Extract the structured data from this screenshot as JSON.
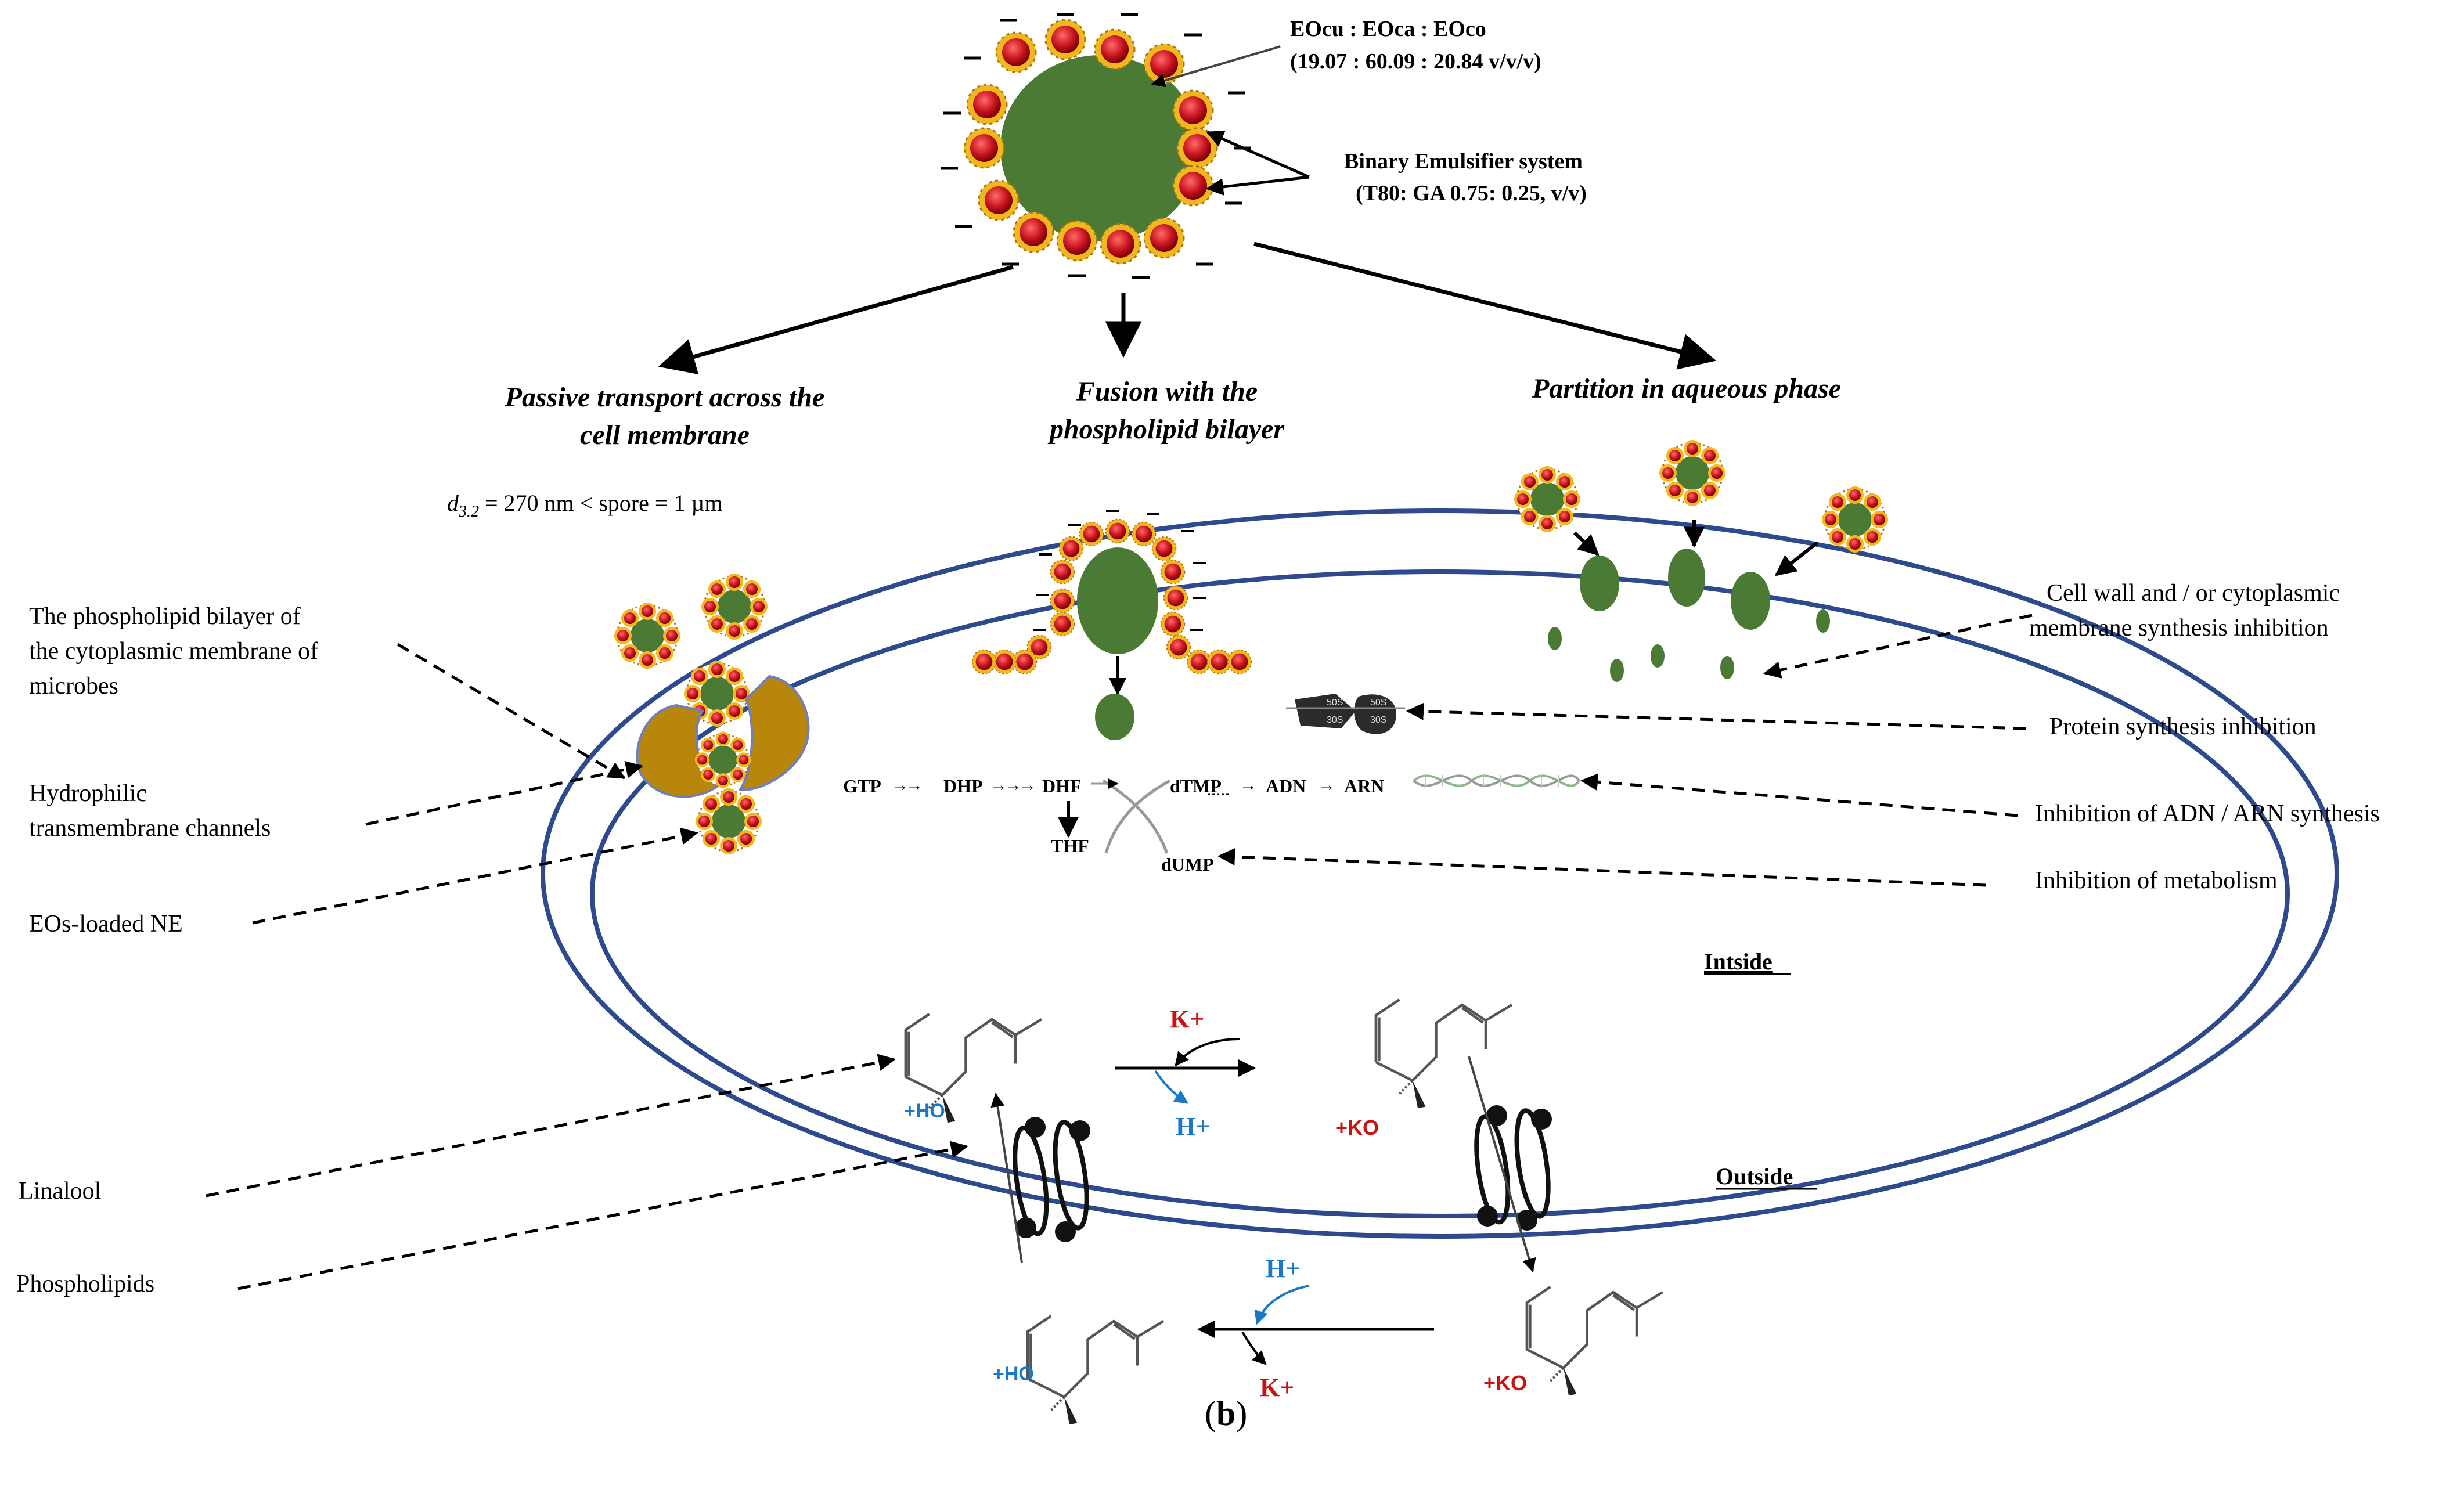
{
  "composition": {
    "line1": "EOcu : EOca : EOco",
    "line2": "(19.07 : 60.09 : 20.84 v/v/v)"
  },
  "emulsifier": {
    "line1": "Binary Emulsifier system",
    "line2": "(T80: GA 0.75: 0.25, v/v)"
  },
  "mechanisms": {
    "passive": {
      "line1": "Passive transport across the",
      "line2": "cell membrane"
    },
    "fusion": {
      "line1": "Fusion with the",
      "line2": "phospholipid bilayer"
    },
    "partition": {
      "line1": "Partition in aqueous phase"
    }
  },
  "size_note": {
    "d_label": "d",
    "d_sub": "3.2",
    "rest": " = 270 nm  < spore = 1 µm"
  },
  "left_labels": {
    "bilayer": {
      "line1": "The phospholipid bilayer of",
      "line2": "the cytoplasmic membrane of",
      "line3": "microbes"
    },
    "channels": {
      "line1": "Hydrophilic",
      "line2": "transmembrane channels"
    },
    "ne": {
      "line1": "EOs-loaded NE"
    },
    "linalool": {
      "line1": "Linalool"
    },
    "phospholipids": {
      "line1": "Phospholipids"
    }
  },
  "right_labels": {
    "cellwall": {
      "line1": "Cell wall and / or cytoplasmic",
      "line2": "membrane synthesis inhibition"
    },
    "protein": {
      "line1": "Protein synthesis inhibition"
    },
    "adn": {
      "line1": "Inhibition of ADN / ARN synthesis"
    },
    "metabolism": {
      "line1": "Inhibition of metabolism"
    }
  },
  "pathway": {
    "gtp": "GTP",
    "dhp": "DHP",
    "dhf": "DHF",
    "dtmp": "dTMP",
    "adn": "ADN",
    "arn": "ARN",
    "thf": "THF",
    "dump": "dUMP"
  },
  "ribosome": {
    "s50": "50S",
    "s30": "30S"
  },
  "regions": {
    "inside": "Intside",
    "outside": "Outside"
  },
  "ions": {
    "k_plus": "K+",
    "h_plus": "H+",
    "ho": "+HO",
    "ko": "+KO"
  },
  "panel_label": {
    "open": "(",
    "letter": "b",
    "close": ")"
  },
  "colors": {
    "membrane_blue": "#2e4a8f",
    "droplet_green": "#4a7a33",
    "particle_red": "#c8141e",
    "particle_gold": "#f0b81e",
    "channel_gold": "#b8860b",
    "ion_red": "#cc1111",
    "ion_blue": "#1a78c8"
  }
}
